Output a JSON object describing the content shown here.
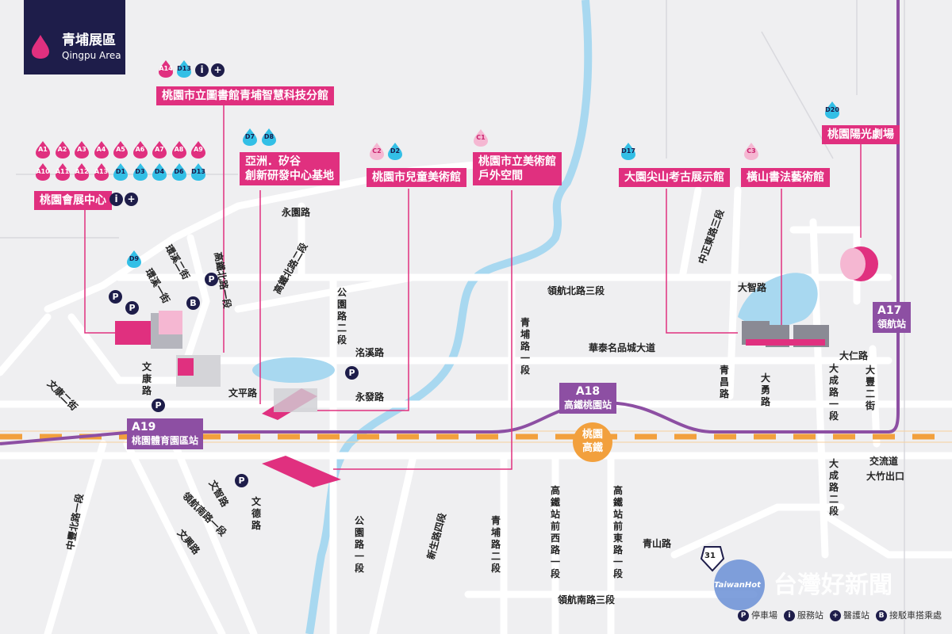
{
  "title": {
    "zh": "青埔展區",
    "en": "Qingpu Area"
  },
  "colors": {
    "pink": "#e0307f",
    "light_pink": "#f5b7d2",
    "cyan": "#33bfe6",
    "navy": "#1e1d4a",
    "purple": "#8d4fa3",
    "orange": "#f2a03d",
    "river": "#9fd3ee"
  },
  "venues": {
    "library": {
      "codes": [
        "A14",
        "D13"
      ],
      "name": "桃園市立圖書館青埔智慧科技分館"
    },
    "convention": {
      "codes_row1": [
        "A1",
        "A2",
        "A3",
        "A4",
        "A5",
        "A6",
        "A7",
        "A8",
        "A9"
      ],
      "codes_row2": [
        "A10",
        "A11",
        "A12",
        "A13",
        "D1",
        "D3",
        "D4",
        "D6",
        "D13"
      ],
      "name": "桃園會展中心"
    },
    "asia_silicon": {
      "codes": [
        "D7",
        "D8"
      ],
      "name_line1": "亞洲．矽谷",
      "name_line2": "創新研發中心基地"
    },
    "children_museum": {
      "codes": [
        "C2",
        "D2"
      ],
      "name": "桃園市兒童美術館"
    },
    "art_museum": {
      "codes": [
        "C1"
      ],
      "name_line1": "桃園市立美術館",
      "name_line2": "戶外空間"
    },
    "archaeology": {
      "codes": [
        "D17"
      ],
      "name": "大園尖山考古展示館"
    },
    "calligraphy": {
      "codes": [
        "C3"
      ],
      "name": "橫山書法藝術館"
    },
    "theater": {
      "codes": [
        "D20"
      ],
      "name": "桃園陽光劇場"
    },
    "d9": {
      "codes": [
        "D9"
      ]
    }
  },
  "stations": {
    "a17": {
      "code": "A17",
      "name": "領航站"
    },
    "a18": {
      "code": "A18",
      "name": "高鐵桃園站"
    },
    "a19": {
      "code": "A19",
      "name": "桃園體育園區站"
    },
    "hsr": {
      "line1": "桃園",
      "line2": "高鐵"
    }
  },
  "roads": {
    "yongyuan": "永園路",
    "linghang_north": "領航北路三段",
    "dazhi": "大智路",
    "huatai": "華泰名品城大道",
    "gongyuan2": "公園路二段",
    "qingpu1": "青埔路一段",
    "xixi": "洺溪路",
    "yongfa": "永發路",
    "wenping": "文平路",
    "wenkang": "文康路",
    "wenkang2": "文康二街",
    "huanxi2": "環溪二街",
    "huanxi1": "環溪一街",
    "gaotie_north1": "高鐵北路一段",
    "gaotie_north2": "高鐵北路二段",
    "zhongfeng": "中豐北路一段",
    "zhongzheng": "中正東路三段",
    "qingchang": "青昌路",
    "dayong": "大勇路",
    "dacheng1": "大成路一段",
    "dacheng2": "大成路二段",
    "daren": "大仁路",
    "dafeng2": "大豐二街",
    "interchange": "交流道",
    "dazhu_exit": "大竹出口",
    "gongyuan1": "公園路一段",
    "xinsheng4": "新生路四段",
    "qingpu2": "青埔路二段",
    "gaotie_west1": "高鐵站前西路一段",
    "gaotie_east1": "高鐵站前東路一段",
    "qingshan": "青山路",
    "linghang_south": "領航南路三段",
    "linghang_south1": "領航南路一段",
    "wenzhi": "文智路",
    "wende": "文德路",
    "wenxing": "文興路",
    "highway": "31"
  },
  "icons": {
    "parking": "P",
    "info": "i",
    "medical": "+",
    "shuttle": "B"
  },
  "legend": [
    "停車場",
    "服務站",
    "醫護站",
    "接駁車搭乘處"
  ],
  "watermark": {
    "logo": "TaiwanHot",
    "text": "台灣好新聞"
  }
}
